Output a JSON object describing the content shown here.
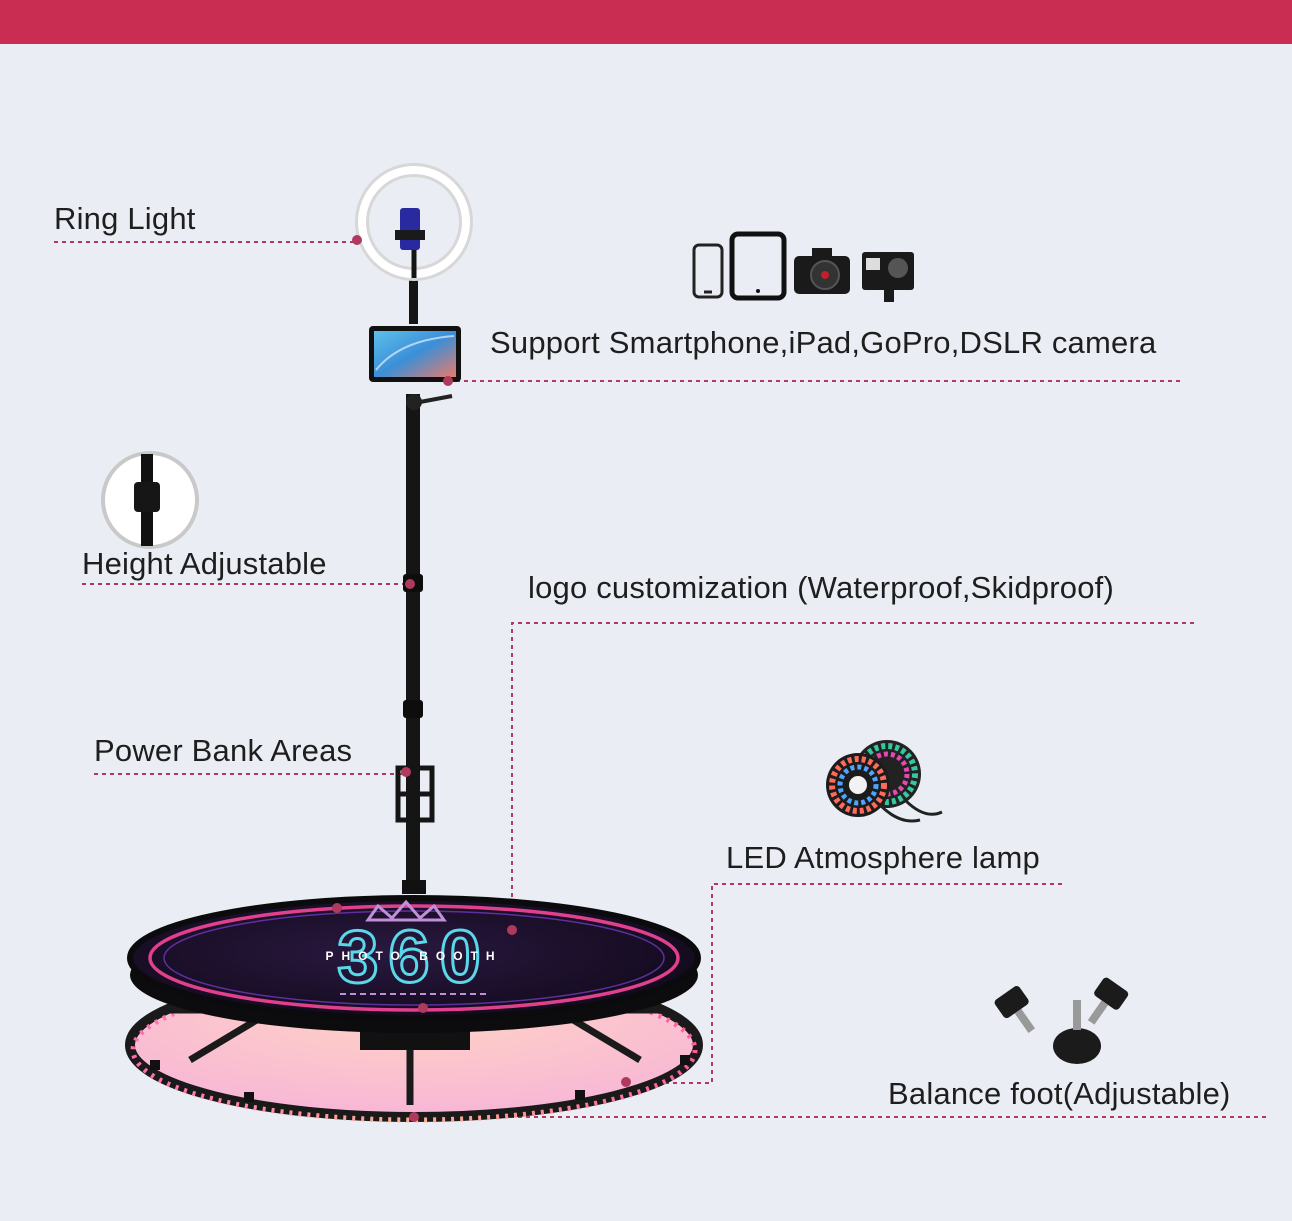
{
  "labels": {
    "ring_light": "Ring Light",
    "device_support": "Support Smartphone,iPad,GoPro,DSLR camera",
    "height_adjustable": "Height Adjustable",
    "logo_customization": "logo customization  (Waterproof,Skidproof)",
    "power_bank": "Power Bank Areas",
    "led_lamp": "LED Atmosphere lamp",
    "balance_foot": "Balance foot(Adjustable)"
  },
  "platform_logo": {
    "number": "360",
    "tagline": "PHOTO BOOTH"
  },
  "colors": {
    "top_bar": "#c92d52",
    "background": "#ebedf4",
    "leader_lines": "#b03a5e",
    "platform_neon_outer": "#e0408c",
    "platform_neon_inner": "#58d8e8",
    "led_glow": "#ff4f9a"
  },
  "icons": [
    "smartphone-icon",
    "ipad-icon",
    "dslr-camera-icon",
    "gopro-icon",
    "led-strip-reel-icon",
    "balance-foot-icon"
  ]
}
